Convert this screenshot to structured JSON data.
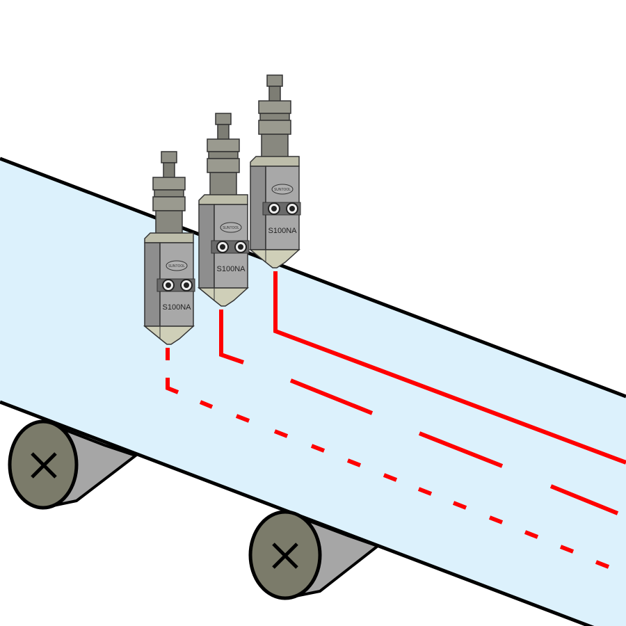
{
  "nozzle": {
    "model": "S100NA",
    "brand": "SUNTOOL"
  },
  "colors": {
    "belt": "#dcf1fc",
    "line": "#ff0000",
    "roller": "#7b7b6a",
    "nozzle": "#9a9a9a"
  },
  "nozzles": [
    {
      "id": 1,
      "pattern": "dotted"
    },
    {
      "id": 2,
      "pattern": "dashed"
    },
    {
      "id": 3,
      "pattern": "solid"
    }
  ]
}
